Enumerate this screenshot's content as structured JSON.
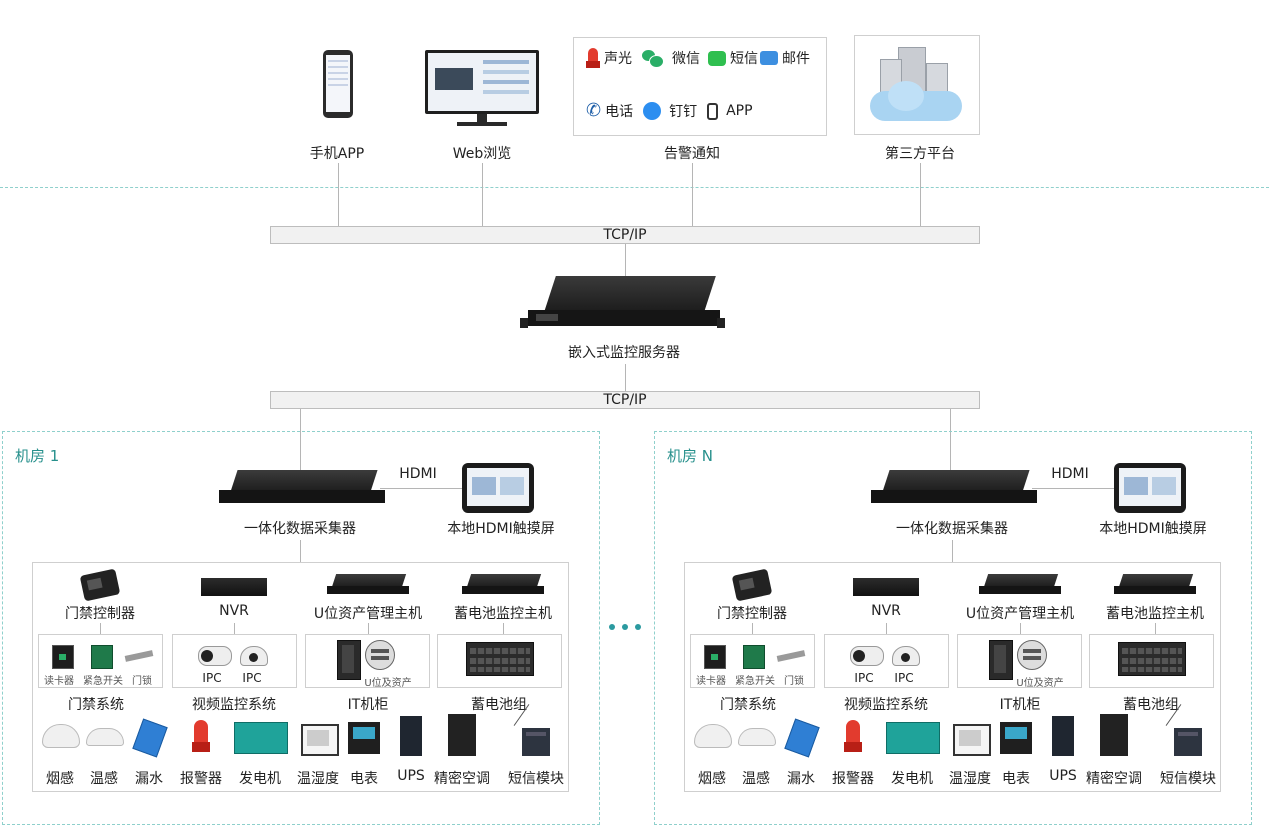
{
  "clients": {
    "mobile_app": "手机APP",
    "web": "Web浏览",
    "alarm": "告警通知",
    "third_party": "第三方平台"
  },
  "alarm_channels": {
    "sound_light": "声光",
    "wechat": "微信",
    "sms": "短信",
    "email": "邮件",
    "phone": "电话",
    "dingtalk": "钉钉",
    "app": "APP"
  },
  "bus": {
    "top": "TCP/IP",
    "middle": "TCP/IP"
  },
  "server": "嵌入式监控服务器",
  "rooms": [
    {
      "title": "机房 1",
      "hdmi": "HDMI",
      "collector": "一体化数据采集器",
      "touchscreen": "本地HDMI触摸屏",
      "hosts": [
        "门禁控制器",
        "NVR",
        "U位资产管理主机",
        "蓄电池监控主机"
      ],
      "access_items": [
        "读卡器",
        "紧急开关",
        "门锁"
      ],
      "ipc": [
        "IPC",
        "IPC"
      ],
      "rack_caption": "U位及资产",
      "systems": [
        "门禁系统",
        "视频监控系统",
        "IT机柜",
        "蓄电池组"
      ],
      "sensors": [
        "烟感",
        "温感",
        "漏水",
        "报警器",
        "发电机",
        "温湿度",
        "电表",
        "UPS",
        "精密空调",
        "短信模块"
      ]
    },
    {
      "title": "机房 N",
      "hdmi": "HDMI",
      "collector": "一体化数据采集器",
      "touchscreen": "本地HDMI触摸屏",
      "hosts": [
        "门禁控制器",
        "NVR",
        "U位资产管理主机",
        "蓄电池监控主机"
      ],
      "access_items": [
        "读卡器",
        "紧急开关",
        "门锁"
      ],
      "ipc": [
        "IPC",
        "IPC"
      ],
      "rack_caption": "U位及资产",
      "systems": [
        "门禁系统",
        "视频监控系统",
        "IT机柜",
        "蓄电池组"
      ],
      "sensors": [
        "烟感",
        "温感",
        "漏水",
        "报警器",
        "发电机",
        "温湿度",
        "电表",
        "UPS",
        "精密空调",
        "短信模块"
      ]
    }
  ],
  "colors": {
    "accent": "#27908c",
    "dash": "#8fd0cc",
    "line": "#b5b5b5"
  }
}
